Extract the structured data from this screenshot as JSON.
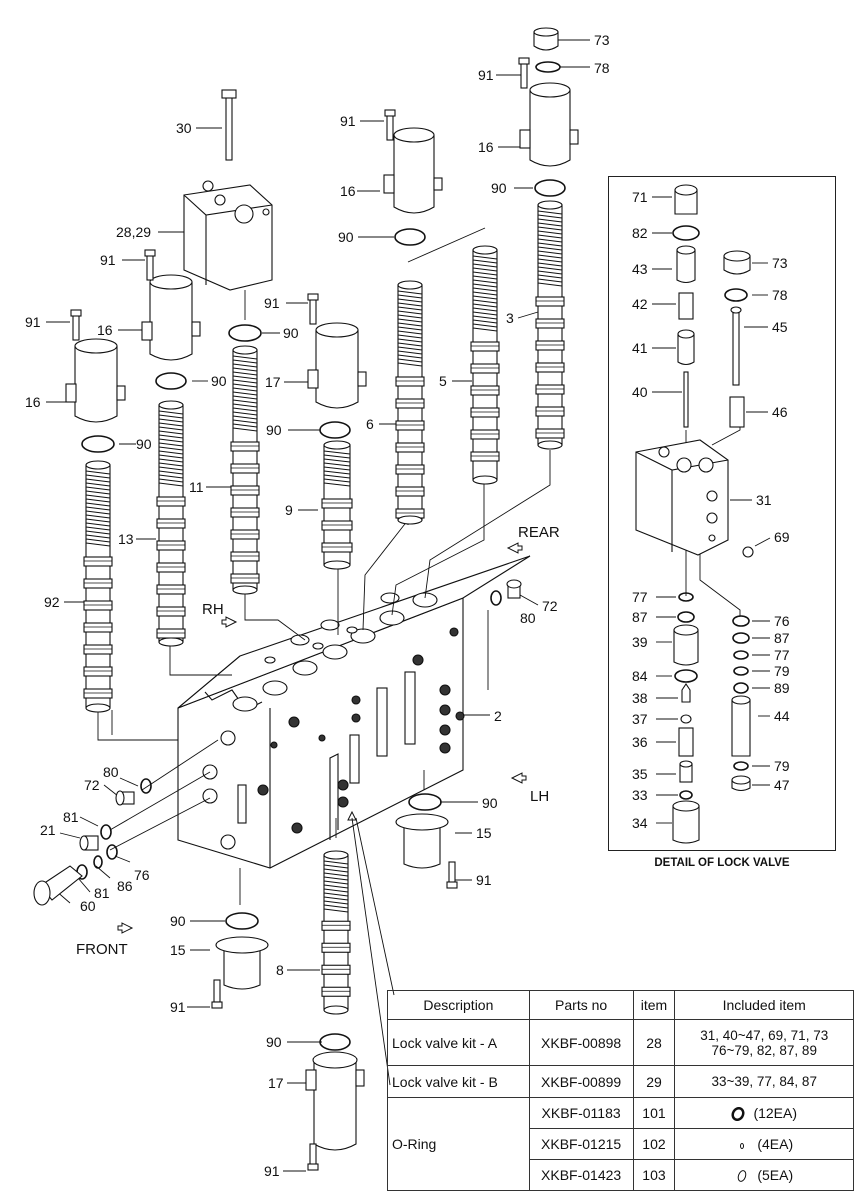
{
  "directions": {
    "rear": "REAR",
    "rh": "RH",
    "lh": "LH",
    "front": "FRONT"
  },
  "part_labels": {
    "p73a": "73",
    "p78a": "78",
    "p91a": "91",
    "p16a": "16",
    "p90a": "90",
    "p3": "3",
    "p30": "30",
    "p28_29": "28,29",
    "p91b": "91",
    "p16b": "16",
    "p91c": "91",
    "p16c": "16",
    "p90b": "90",
    "p16d": "16",
    "p90c": "90",
    "p91d": "91",
    "p91e": "91",
    "p90d": "90",
    "p17a": "17",
    "p90e": "90",
    "p11": "11",
    "p90f": "90",
    "p9": "9",
    "p6": "6",
    "p5": "5",
    "p13": "13",
    "p92": "92",
    "p72a": "72",
    "p80a": "80",
    "p2": "2",
    "p80b": "80",
    "p72b": "72",
    "p90g": "90",
    "p81a": "81",
    "p21": "21",
    "p76a": "76",
    "p86": "86",
    "p81b": "81",
    "p60": "60",
    "p15a": "15",
    "p91f": "91",
    "p90h": "90",
    "p15b": "15",
    "p8": "8",
    "p91g": "91",
    "p90i": "90",
    "p17b": "17",
    "p91h": "91"
  },
  "detail": {
    "caption": "DETAIL OF LOCK VALVE",
    "labels": {
      "d71": "71",
      "d82": "82",
      "d43": "43",
      "d42": "42",
      "d41": "41",
      "d40": "40",
      "d73": "73",
      "d78": "78",
      "d45": "45",
      "d46": "46",
      "d31": "31",
      "d69": "69",
      "d77a": "77",
      "d87a": "87",
      "d39": "39",
      "d84": "84",
      "d38": "38",
      "d37": "37",
      "d36": "36",
      "d35": "35",
      "d33": "33",
      "d34": "34",
      "d76": "76",
      "d87b": "87",
      "d77b": "77",
      "d79a": "79",
      "d89": "89",
      "d44": "44",
      "d79b": "79",
      "d47": "47"
    }
  },
  "kit_table": {
    "headers": [
      "Description",
      "Parts no",
      "item",
      "Included item"
    ],
    "rows": [
      {
        "desc": "Lock valve kit - A",
        "parts_no": "XKBF-00898",
        "item": "28",
        "included_1": "31, 40~47, 69, 71, 73",
        "included_2": "76~79, 82, 87, 89"
      },
      {
        "desc": "Lock valve kit - B",
        "parts_no": "XKBF-00899",
        "item": "29",
        "included_1": "33~39, 77, 84, 87"
      }
    ],
    "oring_desc": "O-Ring",
    "oring_rows": [
      {
        "parts_no": "XKBF-01183",
        "item": "101",
        "qty": "(12EA)"
      },
      {
        "parts_no": "XKBF-01215",
        "item": "102",
        "qty": "(4EA)"
      },
      {
        "parts_no": "XKBF-01423",
        "item": "103",
        "qty": "(5EA)"
      }
    ]
  }
}
